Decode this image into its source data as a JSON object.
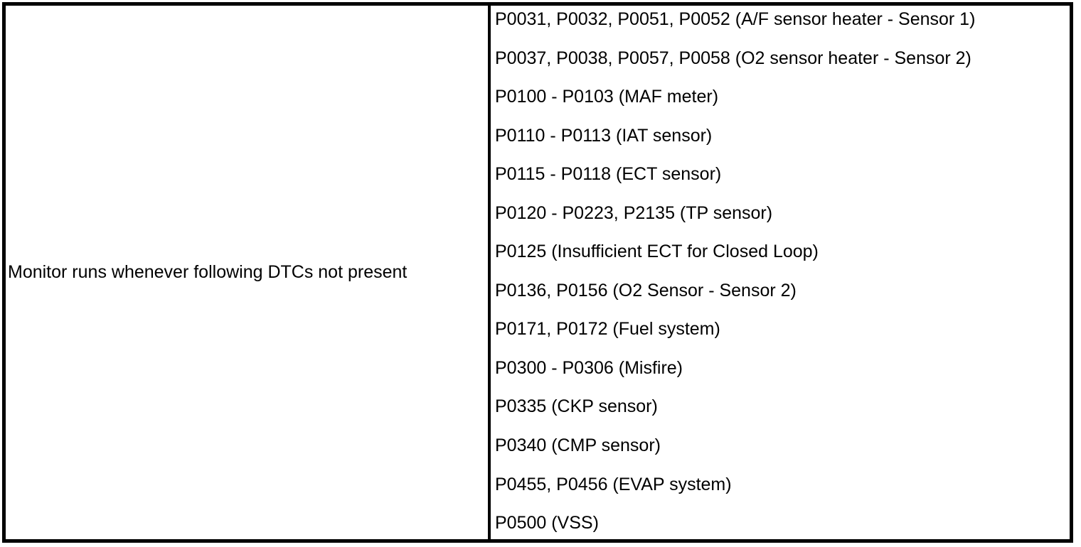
{
  "table": {
    "left_cell": {
      "text": "Monitor runs whenever following DTCs not present"
    },
    "right_cell": {
      "dtc_lines": [
        "P0031, P0032, P0051, P0052 (A/F sensor heater - Sensor 1)",
        "P0037, P0038, P0057, P0058 (O2 sensor heater - Sensor 2)",
        "P0100 - P0103 (MAF meter)",
        "P0110 - P0113 (IAT sensor)",
        "P0115 - P0118 (ECT sensor)",
        "P0120 - P0223, P2135 (TP sensor)",
        "P0125 (Insufficient ECT for Closed Loop)",
        "P0136, P0156 (O2 Sensor - Sensor 2)",
        "P0171, P0172 (Fuel system)",
        "P0300 - P0306 (Misfire)",
        "P0335 (CKP sensor)",
        "P0340 (CMP sensor)",
        "P0455, P0456 (EVAP system)",
        "P0500 (VSS)"
      ]
    },
    "colors": {
      "border": "#000000",
      "text": "#000000",
      "background": "#ffffff"
    }
  }
}
